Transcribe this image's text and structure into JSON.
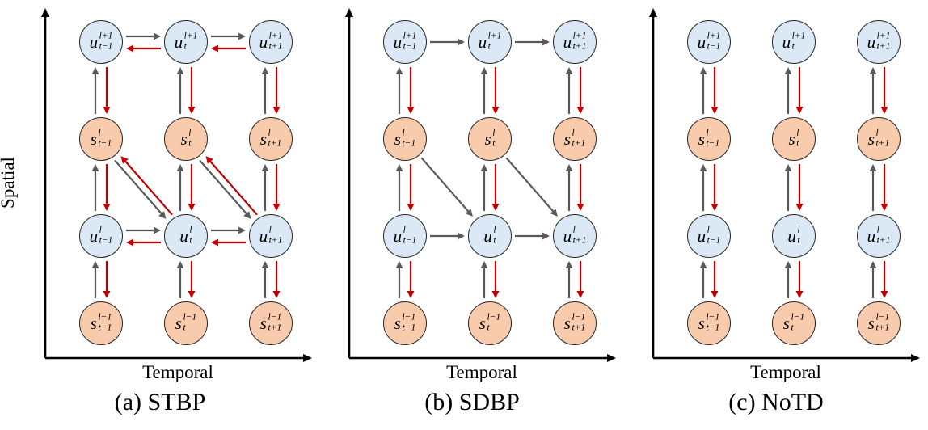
{
  "colors": {
    "forward_arrow": "#595959",
    "backward_arrow": "#c00000",
    "axis": "#000000",
    "u_node_fill": "#dbe9f6",
    "s_node_fill": "#f8cbad",
    "node_stroke": "#262626"
  },
  "nodes": [
    {
      "base": "u",
      "sup": "l+1",
      "sub": "t−1",
      "row": 0,
      "col": 0,
      "type": "u"
    },
    {
      "base": "u",
      "sup": "l+1",
      "sub": "t",
      "row": 0,
      "col": 1,
      "type": "u"
    },
    {
      "base": "u",
      "sup": "l+1",
      "sub": "t+1",
      "row": 0,
      "col": 2,
      "type": "u"
    },
    {
      "base": "s",
      "sup": "l",
      "sub": "t−1",
      "row": 1,
      "col": 0,
      "type": "s"
    },
    {
      "base": "s",
      "sup": "l",
      "sub": "t",
      "row": 1,
      "col": 1,
      "type": "s"
    },
    {
      "base": "s",
      "sup": "l",
      "sub": "t+1",
      "row": 1,
      "col": 2,
      "type": "s"
    },
    {
      "base": "u",
      "sup": "l",
      "sub": "t−1",
      "row": 2,
      "col": 0,
      "type": "u"
    },
    {
      "base": "u",
      "sup": "l",
      "sub": "t",
      "row": 2,
      "col": 1,
      "type": "u"
    },
    {
      "base": "u",
      "sup": "l",
      "sub": "t+1",
      "row": 2,
      "col": 2,
      "type": "u"
    },
    {
      "base": "s",
      "sup": "l−1",
      "sub": "t−1",
      "row": 3,
      "col": 0,
      "type": "s"
    },
    {
      "base": "s",
      "sup": "l−1",
      "sub": "t",
      "row": 3,
      "col": 1,
      "type": "s"
    },
    {
      "base": "s",
      "sup": "l−1",
      "sub": "t+1",
      "row": 3,
      "col": 2,
      "type": "s"
    }
  ],
  "panels": [
    {
      "id": "a",
      "caption": "(a) STBP",
      "x_label": "Temporal",
      "y_label": "Spatial",
      "edges": {
        "spatial_forward": true,
        "spatial_backward": true,
        "temporal_forward": true,
        "temporal_backward": true,
        "diagonal_forward": true,
        "diagonal_backward": true
      }
    },
    {
      "id": "b",
      "caption": "(b) SDBP",
      "x_label": "Temporal",
      "edges": {
        "spatial_forward": true,
        "spatial_backward": true,
        "temporal_forward": true,
        "temporal_backward": false,
        "diagonal_forward": true,
        "diagonal_backward": false
      }
    },
    {
      "id": "c",
      "caption": "(c) NoTD",
      "x_label": "Temporal",
      "edges": {
        "spatial_forward": true,
        "spatial_backward": true,
        "temporal_forward": false,
        "temporal_backward": false,
        "diagonal_forward": false,
        "diagonal_backward": false
      }
    }
  ]
}
